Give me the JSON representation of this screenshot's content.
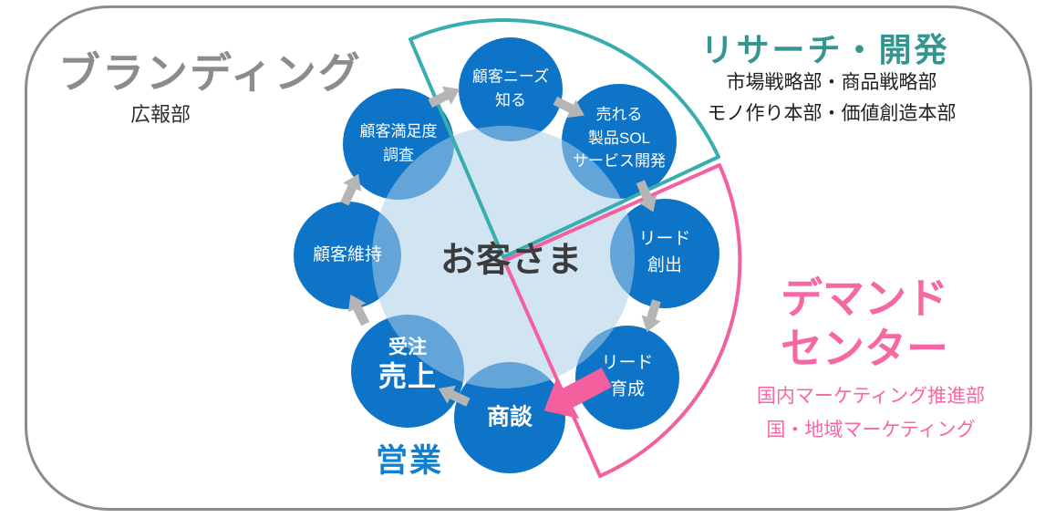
{
  "colors": {
    "node_blue": "#0d74c7",
    "center_fill": "#d6e8f6",
    "teal_wedge": "#38adb0",
    "teal_text": "#339690",
    "pink": "#f45f9e",
    "pink_text": "#f768a2",
    "arrow_gray": "#b5b5b5",
    "frame_gray": "#8c8c8c",
    "sales_blue": "#1081d2",
    "title_gray": "#8c8c8c",
    "dark_text": "#3b3b3b"
  },
  "center": {
    "label": "お客さま"
  },
  "cycle_nodes": [
    {
      "id": "know-customer-needs",
      "lines": [
        "顧客ニーズ",
        "知る"
      ]
    },
    {
      "id": "sellable-product-sol-service-dev",
      "lines": [
        "売れる",
        "製品SOL",
        "サービス開発"
      ]
    },
    {
      "id": "lead-generation",
      "lines": [
        "リード",
        "創出"
      ]
    },
    {
      "id": "lead-nurturing",
      "lines": [
        "リード",
        "育成"
      ]
    },
    {
      "id": "negotiation",
      "lines": [
        "商談"
      ]
    },
    {
      "id": "order-sales",
      "lines": [
        "受注",
        "売上"
      ]
    },
    {
      "id": "customer-retention",
      "lines": [
        "顧客維持"
      ]
    },
    {
      "id": "customer-satisfaction-survey",
      "lines": [
        "顧客満足度",
        "調査"
      ]
    }
  ],
  "regions": {
    "branding": {
      "title": "ブランディング",
      "dept": "広報部"
    },
    "research": {
      "title": "リサーチ・開発",
      "dept1": "市場戦略部・商品戦略部",
      "dept2": "モノ作り本部・価値創造本部"
    },
    "demand": {
      "title_line1": "デマンド",
      "title_line2": "センター",
      "dept1": "国内マーケティング推進部",
      "dept2": "国・地域マーケティング"
    },
    "sales": {
      "title": "営業"
    }
  }
}
